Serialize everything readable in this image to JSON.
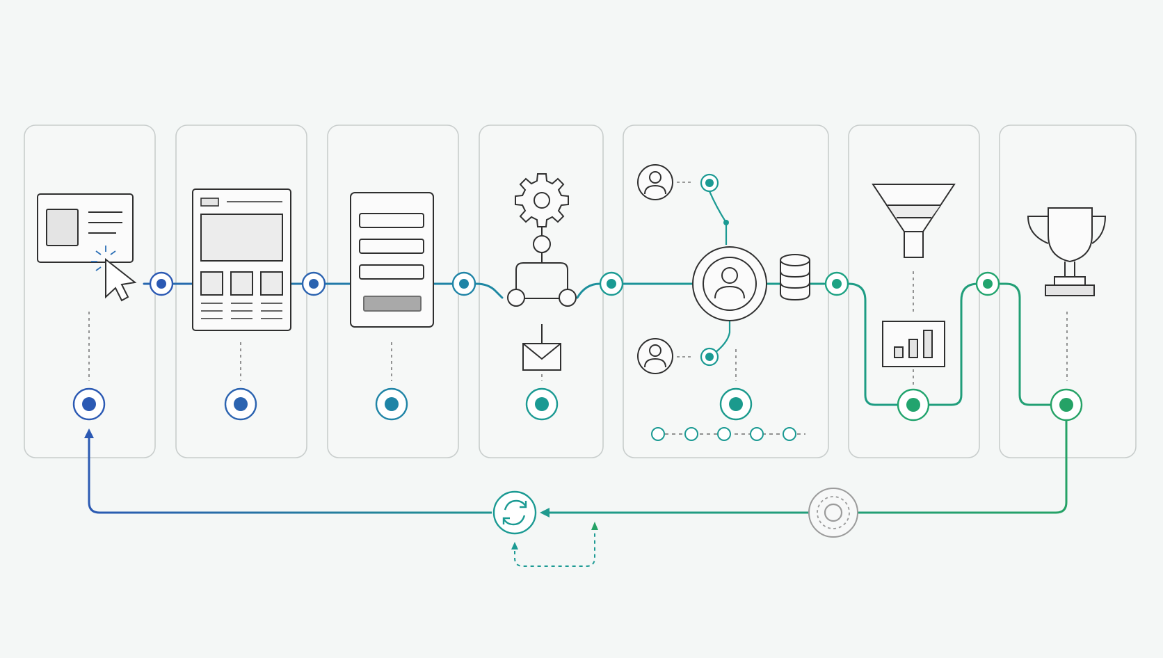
{
  "colors": {
    "background": "#f4f7f6",
    "panel_stroke": "#c8cdcc",
    "icon_stroke": "#2f2f2f",
    "icon_fill": "#ececec",
    "icon_fill_dark": "#a9a9a9",
    "blue": "#2b59b3",
    "teal_blue": "#1f84a6",
    "teal": "#1b9a93",
    "green": "#25a266",
    "grey_node": "#9b9b9b"
  },
  "diagram": {
    "stages": [
      {
        "id": "landing-page",
        "icon": "webpage-cursor-click-icon"
      },
      {
        "id": "web-layout",
        "icon": "website-layout-icon"
      },
      {
        "id": "form",
        "icon": "form-icon"
      },
      {
        "id": "automation",
        "icon": "gear-workflow-email-icon"
      },
      {
        "id": "crm",
        "icon": "user-hub-database-icon"
      },
      {
        "id": "funnel",
        "icon": "funnel-chart-icon"
      },
      {
        "id": "goal",
        "icon": "trophy-icon"
      }
    ],
    "loop": {
      "refresh_icon": "refresh-cycle-icon",
      "target_icon": "target-node-icon"
    }
  }
}
